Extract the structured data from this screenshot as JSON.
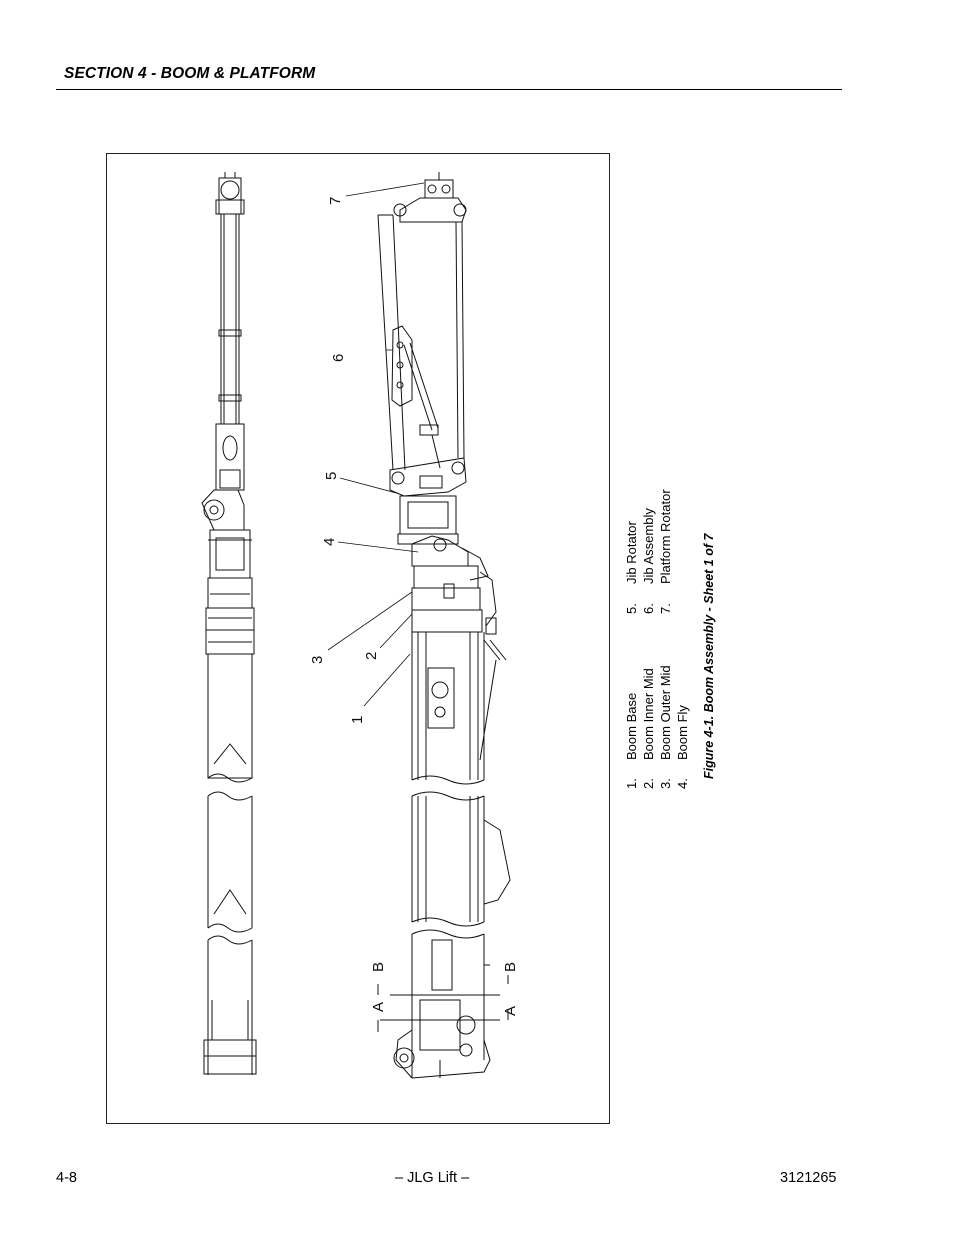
{
  "header": {
    "section_title": "SECTION 4 - BOOM & PLATFORM"
  },
  "figure": {
    "callouts": [
      "1",
      "2",
      "3",
      "4",
      "5",
      "6",
      "7"
    ],
    "section_marks": {
      "a": "A",
      "b": "B"
    },
    "legend": [
      {
        "num": "1.",
        "label": "Boom Base"
      },
      {
        "num": "2.",
        "label": "Boom Inner Mid"
      },
      {
        "num": "3.",
        "label": "Boom Outer Mid"
      },
      {
        "num": "4.",
        "label": "Boom Fly"
      },
      {
        "num": "5.",
        "label": "Jib Rotator"
      },
      {
        "num": "6.",
        "label": "Jib Assembly"
      },
      {
        "num": "7.",
        "label": "Platform Rotator"
      }
    ],
    "caption": "Figure 4-1.  Boom Assembly - Sheet 1 of 7"
  },
  "footer": {
    "page_number": "4-8",
    "center": "– JLG Lift –",
    "doc_number": "3121265"
  }
}
